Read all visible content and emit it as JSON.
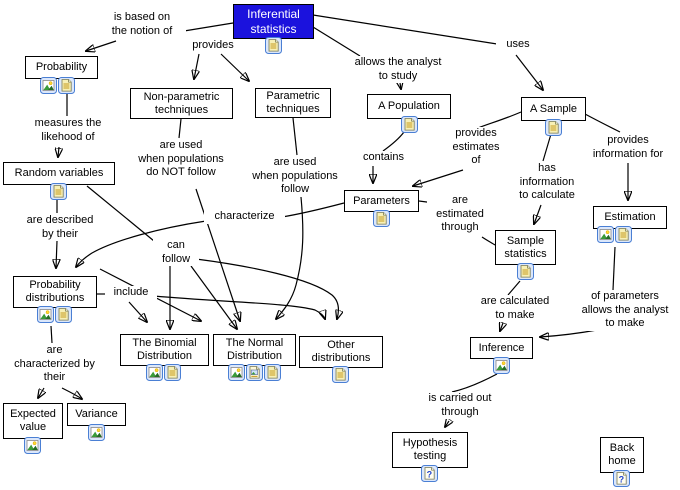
{
  "colors": {
    "root_box_bg": "#1b12dd",
    "root_box_text": "#ffffff",
    "node_border": "#000000",
    "connector": "#000000",
    "icon_frame": "#4a7fd4",
    "icon_bg": "#dbe7fb"
  },
  "nodes": {
    "inferential_statistics": {
      "label": "Inferential\nstatistics",
      "icons": [
        "document"
      ]
    },
    "probability": {
      "label": "Probability",
      "icons": [
        "image",
        "document"
      ]
    },
    "non_parametric": {
      "label": "Non-parametric\ntechniques",
      "icons": []
    },
    "parametric": {
      "label": "Parametric\ntechniques",
      "icons": []
    },
    "a_population": {
      "label": "A Population",
      "icons": [
        "document"
      ]
    },
    "a_sample": {
      "label": "A Sample",
      "icons": [
        "document"
      ]
    },
    "random_variables": {
      "label": "Random variables",
      "icons": [
        "document"
      ]
    },
    "parameters": {
      "label": "Parameters",
      "icons": [
        "document"
      ]
    },
    "estimation": {
      "label": "Estimation",
      "icons": [
        "image",
        "document"
      ]
    },
    "sample_statistics": {
      "label": "Sample\nstatistics",
      "icons": [
        "document"
      ]
    },
    "probability_distributions": {
      "label": "Probability\ndistributions",
      "icons": [
        "image",
        "document"
      ]
    },
    "binomial": {
      "label": "The Binomial\nDistribution",
      "icons": [
        "image",
        "document"
      ]
    },
    "normal": {
      "label": "The Normal\nDistribution",
      "icons": [
        "image",
        "document-image",
        "document"
      ]
    },
    "other_distributions": {
      "label": "Other\ndistributions",
      "icons": [
        "document"
      ]
    },
    "expected_value": {
      "label": "Expected\nvalue",
      "icons": [
        "image"
      ]
    },
    "variance": {
      "label": "Variance",
      "icons": [
        "image"
      ]
    },
    "inference": {
      "label": "Inference",
      "icons": [
        "image"
      ]
    },
    "hypothesis_testing": {
      "label": "Hypothesis\ntesting",
      "icons": [
        "question"
      ]
    },
    "back_home": {
      "label": "Back\nhome",
      "icons": [
        "question"
      ]
    }
  },
  "links": {
    "is_based_on": "is based on\nthe notion of",
    "provides": "provides",
    "uses": "uses",
    "allows_study": "allows the analyst\nto study",
    "measures": "measures the\nlikehood of",
    "contains": "contains",
    "provides_estimates": "provides\nestimates\nof",
    "provides_information": "provides\ninformation for",
    "not_follow": "are used\nwhen populations\ndo NOT follow",
    "follow": "are used\nwhen populations\nfollow",
    "has_information": "has\ninformation\nto calculate",
    "characterize": "characterize",
    "estimated_through": "are\nestimated\nthrough",
    "described_by": "are described\nby their",
    "can_follow": "can\nfollow",
    "include": "include",
    "calculated_to_make": "are calculated\nto make",
    "of_parameters": "of parameters\nallows the analyst\nto make",
    "characterized_by": "are\ncharacterized by\ntheir",
    "carried_out": "is carried out\nthrough"
  }
}
